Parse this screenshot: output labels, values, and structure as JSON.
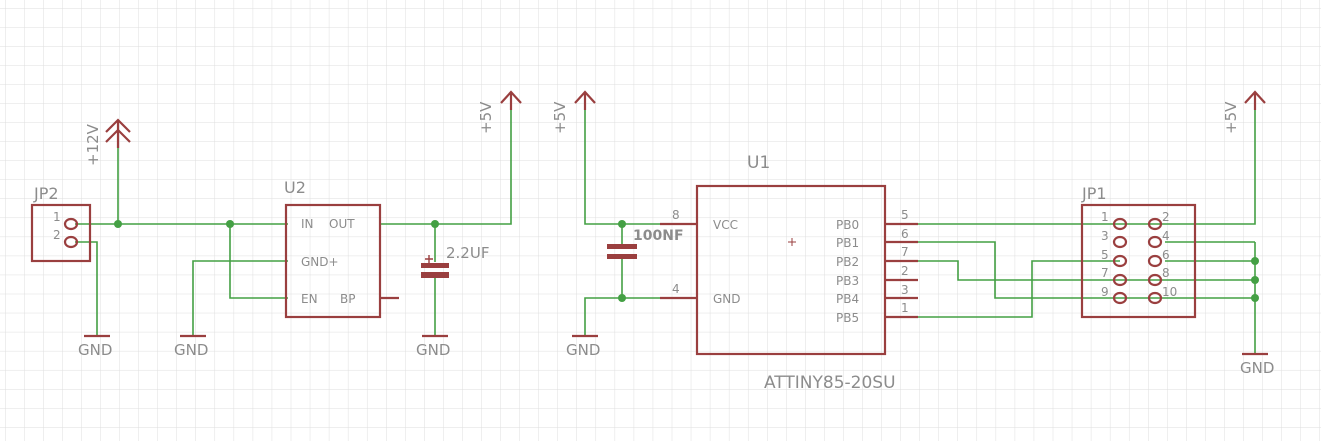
{
  "parts": {
    "jp2": {
      "name": "JP2",
      "pins": [
        "1",
        "2"
      ]
    },
    "u2": {
      "name": "U2",
      "pins": [
        "IN",
        "OUT",
        "GND+",
        "EN",
        "BP"
      ]
    },
    "c1": {
      "value": "2.2UF"
    },
    "c2": {
      "value": "100NF"
    },
    "u1": {
      "name": "U1",
      "value": "ATTINY85-20SU",
      "left_pins": [
        {
          "label": "VCC",
          "num": "8"
        },
        {
          "label": "GND",
          "num": "4"
        }
      ],
      "right_pins": [
        {
          "label": "PB0",
          "num": "5"
        },
        {
          "label": "PB1",
          "num": "6"
        },
        {
          "label": "PB2",
          "num": "7"
        },
        {
          "label": "PB3",
          "num": "2"
        },
        {
          "label": "PB4",
          "num": "3"
        },
        {
          "label": "PB5",
          "num": "1"
        }
      ]
    },
    "jp1": {
      "name": "JP1",
      "pins": [
        "1",
        "2",
        "3",
        "4",
        "5",
        "6",
        "7",
        "8",
        "9",
        "10"
      ]
    }
  },
  "power": {
    "v12": "+12V",
    "v5": "+5V",
    "gnd": "GND"
  },
  "colors": {
    "grid": "#dedede",
    "wire": "#44a044",
    "part": "#9a3f3f",
    "text": "#8c8c8c"
  }
}
